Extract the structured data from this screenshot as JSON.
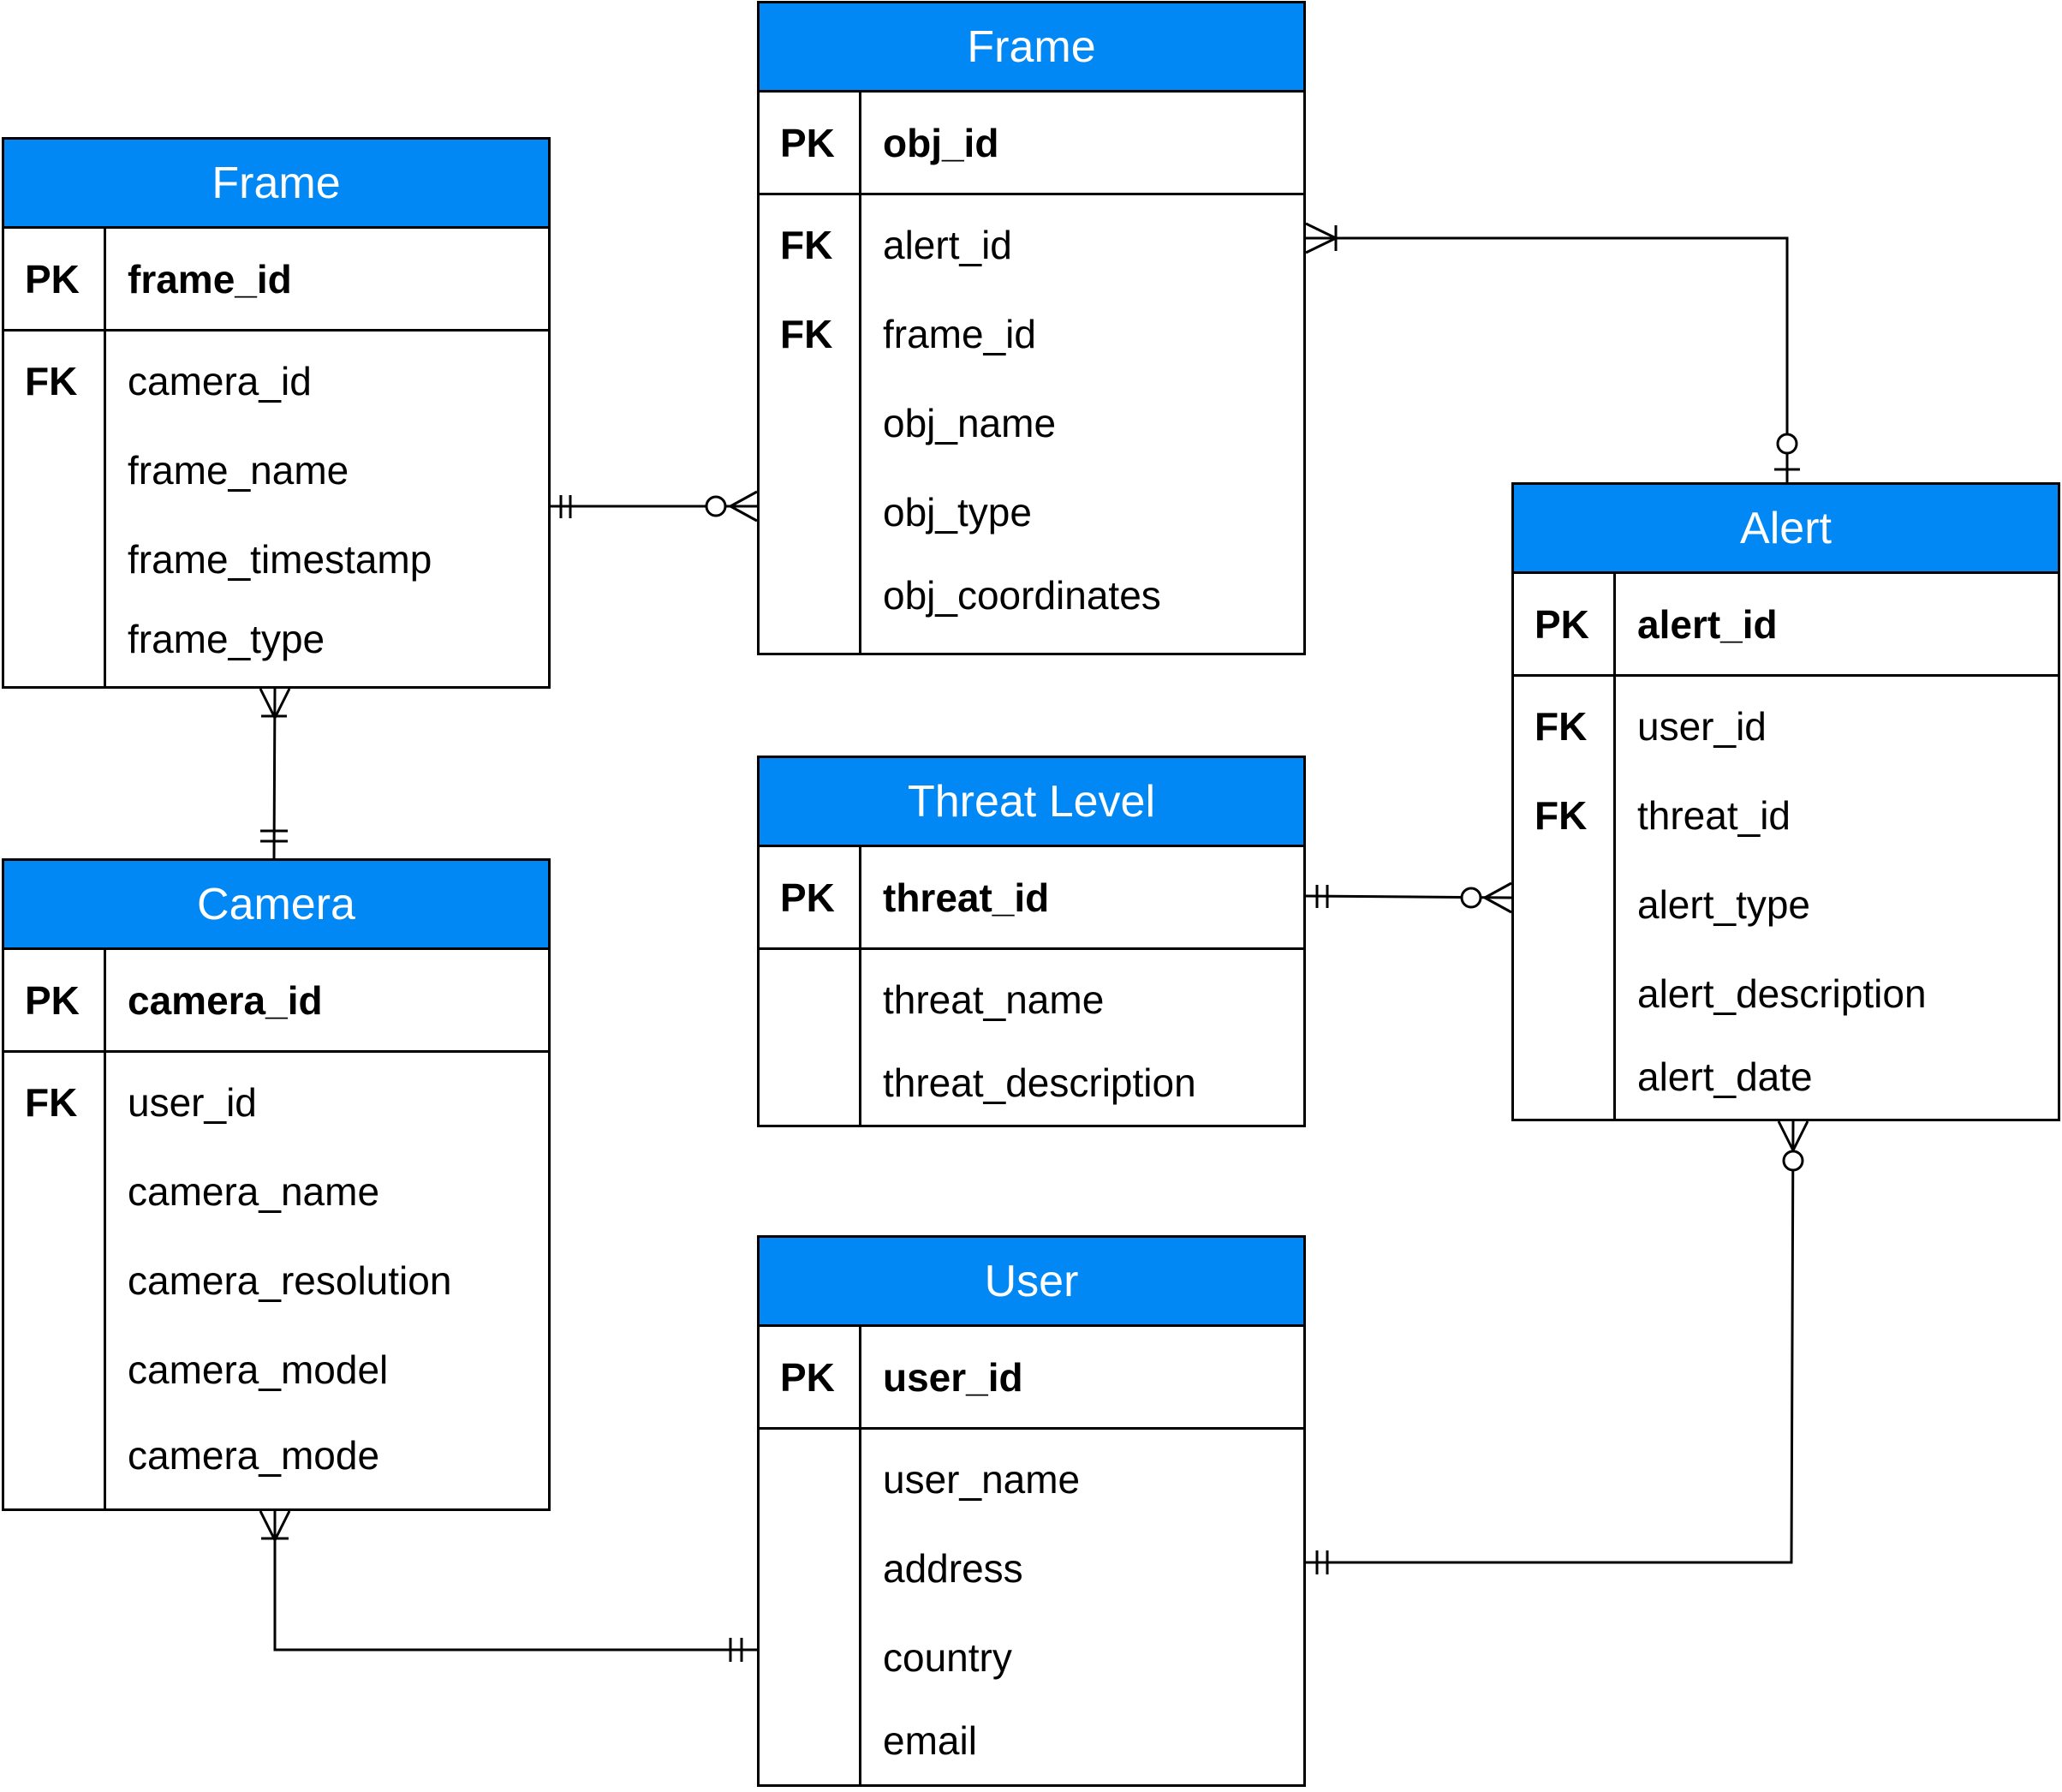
{
  "header_color": "#0288F5",
  "entities": {
    "frame": {
      "title": "Frame",
      "pk": {
        "key": "PK",
        "name": "frame_id"
      },
      "attrs": [
        {
          "key": "FK",
          "name": "camera_id"
        },
        {
          "key": "",
          "name": "frame_name"
        },
        {
          "key": "",
          "name": "frame_timestamp"
        },
        {
          "key": "",
          "name": "frame_type"
        }
      ]
    },
    "detection": {
      "title": "Frame",
      "pk": {
        "key": "PK",
        "name": "obj_id"
      },
      "attrs": [
        {
          "key": "FK",
          "name": "alert_id"
        },
        {
          "key": "FK",
          "name": "frame_id"
        },
        {
          "key": "",
          "name": "obj_name"
        },
        {
          "key": "",
          "name": "obj_type"
        },
        {
          "key": "",
          "name": "obj_coordinates"
        }
      ]
    },
    "alert": {
      "title": "Alert",
      "pk": {
        "key": "PK",
        "name": "alert_id"
      },
      "attrs": [
        {
          "key": "FK",
          "name": "user_id"
        },
        {
          "key": "FK",
          "name": "threat_id"
        },
        {
          "key": "",
          "name": "alert_type"
        },
        {
          "key": "",
          "name": "alert_description"
        },
        {
          "key": "",
          "name": "alert_date"
        }
      ]
    },
    "threat": {
      "title": "Threat Level",
      "pk": {
        "key": "PK",
        "name": "threat_id"
      },
      "attrs": [
        {
          "key": "",
          "name": "threat_name"
        },
        {
          "key": "",
          "name": "threat_description"
        }
      ]
    },
    "camera": {
      "title": "Camera",
      "pk": {
        "key": "PK",
        "name": "camera_id"
      },
      "attrs": [
        {
          "key": "FK",
          "name": "user_id"
        },
        {
          "key": "",
          "name": "camera_name"
        },
        {
          "key": "",
          "name": "camera_resolution"
        },
        {
          "key": "",
          "name": "camera_model"
        },
        {
          "key": "",
          "name": "camera_mode"
        }
      ]
    },
    "user": {
      "title": "User",
      "pk": {
        "key": "PK",
        "name": "user_id"
      },
      "attrs": [
        {
          "key": "",
          "name": "user_name"
        },
        {
          "key": "",
          "name": "address"
        },
        {
          "key": "",
          "name": "country"
        },
        {
          "key": "",
          "name": "email"
        }
      ]
    }
  },
  "relationships": [
    {
      "from": "frame",
      "from_cardinality": "exactly-one",
      "to": "detection",
      "to_cardinality": "zero-or-many"
    },
    {
      "from": "camera",
      "from_cardinality": "exactly-one",
      "to": "frame",
      "to_cardinality": "one-or-many"
    },
    {
      "from": "alert",
      "from_cardinality": "zero-or-one",
      "to": "detection",
      "to_cardinality": "one-or-many"
    },
    {
      "from": "threat",
      "from_cardinality": "exactly-one",
      "to": "alert",
      "to_cardinality": "zero-or-many"
    },
    {
      "from": "user",
      "from_cardinality": "exactly-one",
      "to": "alert",
      "to_cardinality": "zero-or-many"
    },
    {
      "from": "user",
      "from_cardinality": "exactly-one",
      "to": "camera",
      "to_cardinality": "one-or-many"
    }
  ]
}
